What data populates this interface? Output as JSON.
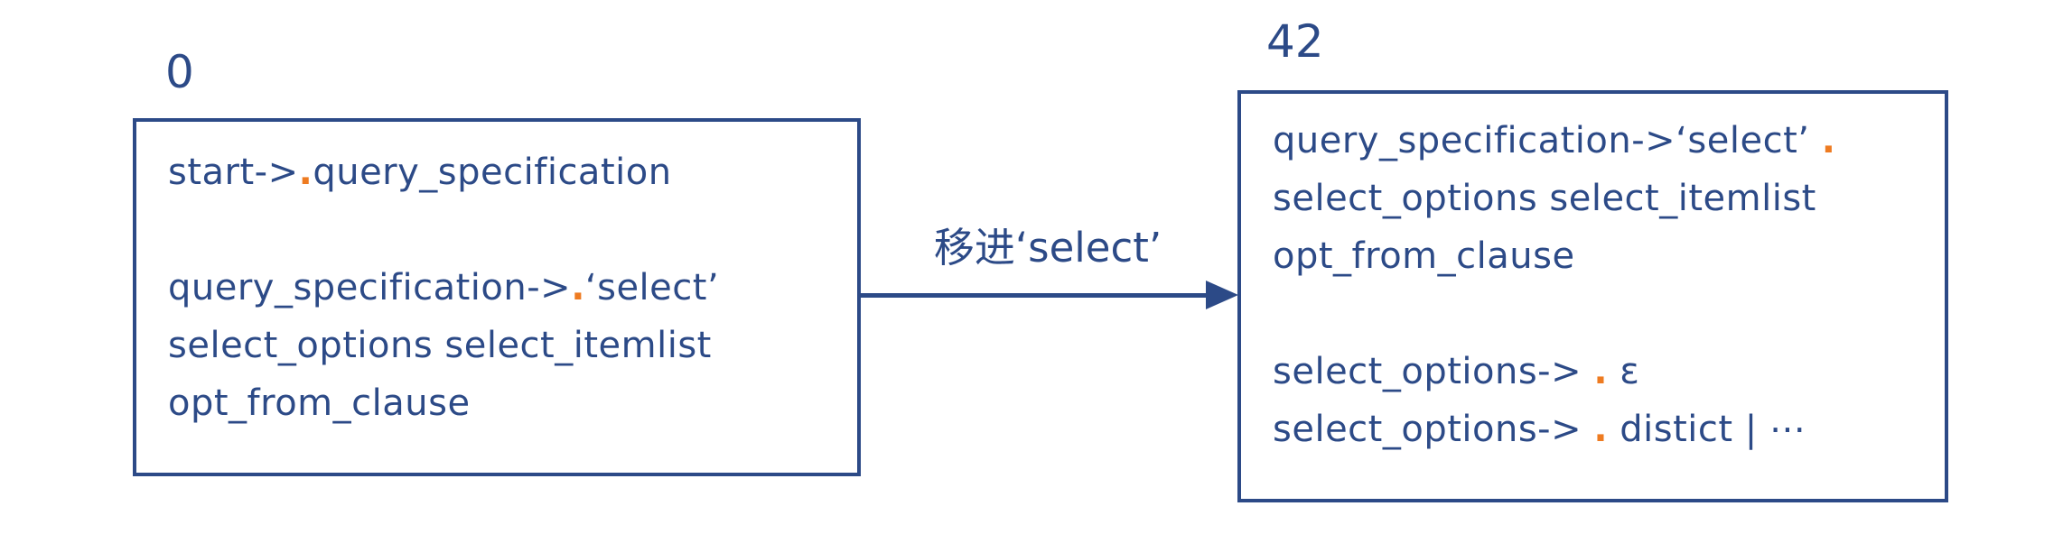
{
  "diagram": {
    "type": "lr-parser-state-transition",
    "colors": {
      "primary": "#2c4a87",
      "accent": "#ee7b21",
      "background": "#ffffff"
    },
    "states": [
      {
        "id": "0",
        "lines": [
          [
            {
              "t": "start->"
            },
            {
              "t": ".",
              "c": "accent"
            },
            {
              "t": "query_specification"
            }
          ],
          [],
          [
            {
              "t": "query_specification->"
            },
            {
              "t": ".",
              "c": "accent"
            },
            {
              "t": "‘select’"
            }
          ],
          [
            {
              "t": "select_options select_itemlist"
            }
          ],
          [
            {
              "t": "opt_from_clause"
            }
          ]
        ]
      },
      {
        "id": "42",
        "lines": [
          [
            {
              "t": "query_specification->‘select’ "
            },
            {
              "t": ".",
              "c": "accent"
            }
          ],
          [
            {
              "t": "select_options select_itemlist"
            }
          ],
          [
            {
              "t": "opt_from_clause"
            }
          ],
          [],
          [
            {
              "t": "select_options-> "
            },
            {
              "t": ".",
              "c": "accent"
            },
            {
              "t": " ε"
            }
          ],
          [
            {
              "t": "select_options-> "
            },
            {
              "t": ".",
              "c": "accent"
            },
            {
              "t": " distict | ⋯"
            }
          ]
        ]
      }
    ],
    "transition": {
      "label": "移进‘select’",
      "from": "0",
      "to": "42"
    }
  }
}
